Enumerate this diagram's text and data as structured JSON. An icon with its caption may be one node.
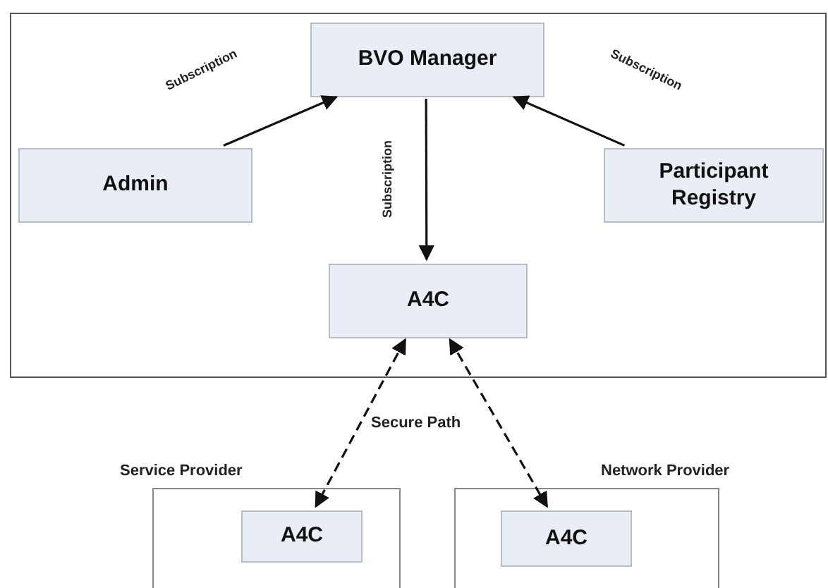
{
  "diagram": {
    "nodes": [
      {
        "text": [],
        "shape": "box"
      },
      {
        "text": [
          "BVO Manager"
        ],
        "in": 0
      },
      {
        "text": [
          "Admin"
        ],
        "in": 0
      },
      {
        "text": [
          "Participant Registry"
        ],
        "in": 0
      },
      {
        "text": [
          "A4C"
        ],
        "in": 0
      },
      {
        "text": [
          "Service Provider"
        ]
      },
      {
        "text": [
          "A4C"
        ],
        "in": 5
      },
      {
        "text": [
          "Network Provider"
        ]
      },
      {
        "text": [
          "A4C"
        ],
        "in": 7
      }
    ],
    "edges": [
      {
        "from": 2,
        "to": 1,
        "arrow": "to",
        "label": "Subscription"
      },
      {
        "from": 3,
        "to": 1,
        "arrow": "to",
        "label": "Subscription"
      },
      {
        "from": 1,
        "to": 4,
        "arrow": "to",
        "label": "Subscription"
      },
      {
        "from": 4,
        "to": 6,
        "arrow": "both",
        "style": "dashed"
      },
      {
        "from": 4,
        "to": 8,
        "arrow": "both",
        "style": "dashed"
      }
    ],
    "labels": [
      "Secure Path"
    ]
  }
}
